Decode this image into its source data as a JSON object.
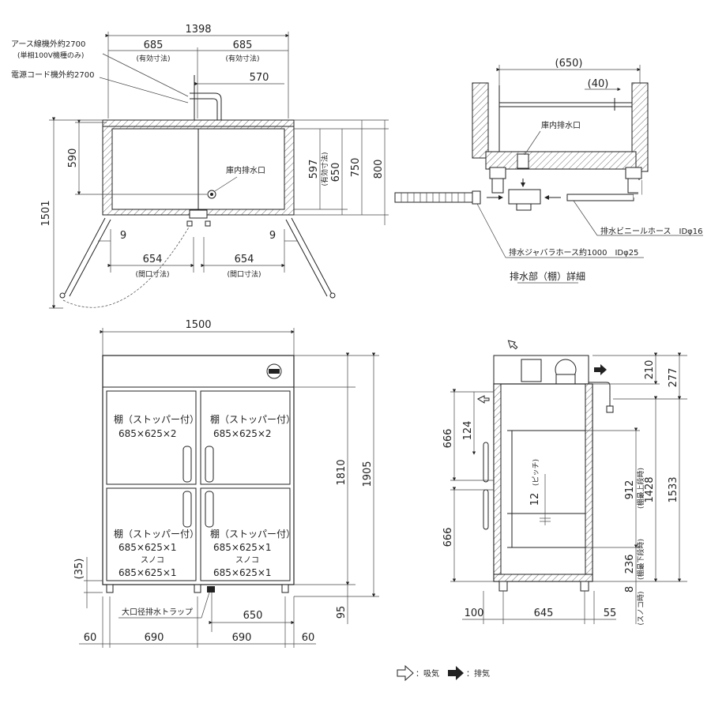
{
  "top_view": {
    "overall_width": "1398",
    "inner_left": "685",
    "inner_right": "685",
    "effective_left": "(有効寸法)",
    "effective_right": "(有効寸法)",
    "earth_wire_note": "アース線機外約2700",
    "earth_wire_sub": "(単相100V機種のみ)",
    "power_cord_note": "電源コード機外約2700",
    "dim_570": "570",
    "dim_590": "590",
    "drain_label": "庫内排水口",
    "dim_597": "597",
    "dim_597_note": "(有効寸法)",
    "dim_650": "650",
    "dim_750": "750",
    "dim_800": "800",
    "dim_1501": "1501",
    "gap_left": "9",
    "gap_right": "9",
    "opening_left": "654",
    "opening_right": "654",
    "opening_left_note": "(間口寸法)",
    "opening_right_note": "(間口寸法)"
  },
  "drain_detail": {
    "dim_650": "(650)",
    "dim_40": "(40)",
    "drain_label": "庫内排水口",
    "vinyl_hose": "排水ビニールホース　IDφ16",
    "bellows_hose": "排水ジャバラホース約1000　IDφ25",
    "caption": "排水部（棚）詳細"
  },
  "front_view": {
    "overall_width": "1500",
    "shelf_tl_title": "棚（ストッパー付）",
    "shelf_tl_size": "685×625×2",
    "shelf_tr_title": "棚（ストッパー付）",
    "shelf_tr_size": "685×625×2",
    "shelf_bl_title": "棚（ストッパー付）",
    "shelf_bl_size": "685×625×1",
    "shelf_bl_sub": "スノコ",
    "shelf_bl_sub_size": "685×625×1",
    "shelf_br_title": "棚（ストッパー付）",
    "shelf_br_size": "685×625×1",
    "shelf_br_sub": "スノコ",
    "shelf_br_sub_size": "685×625×1",
    "dim_1810": "1810",
    "dim_1905": "1905",
    "dim_35": "(35)",
    "trap_label": "大口径排水トラップ",
    "dim_650": "650",
    "dim_95": "95",
    "bottom_60_left": "60",
    "bottom_690_left": "690",
    "bottom_690_right": "690",
    "bottom_60_right": "60"
  },
  "side_view": {
    "dim_210": "210",
    "dim_277": "277",
    "dim_666_top": "666",
    "dim_124": "124",
    "dim_12": "12",
    "dim_12_note": "(ピッチ)",
    "dim_912": "912",
    "dim_912_note": "(棚最上段時)",
    "dim_1428": "1428",
    "dim_1533": "1533",
    "dim_666_bottom": "666",
    "dim_236": "236",
    "dim_236_note": "(棚最下段時)",
    "dim_8": "8",
    "dim_8_note": "(スノコ時)",
    "bottom_100": "100",
    "bottom_645": "645",
    "bottom_55": "55"
  },
  "legend": {
    "intake_label": "：吸気",
    "exhaust_label": "：排気"
  }
}
